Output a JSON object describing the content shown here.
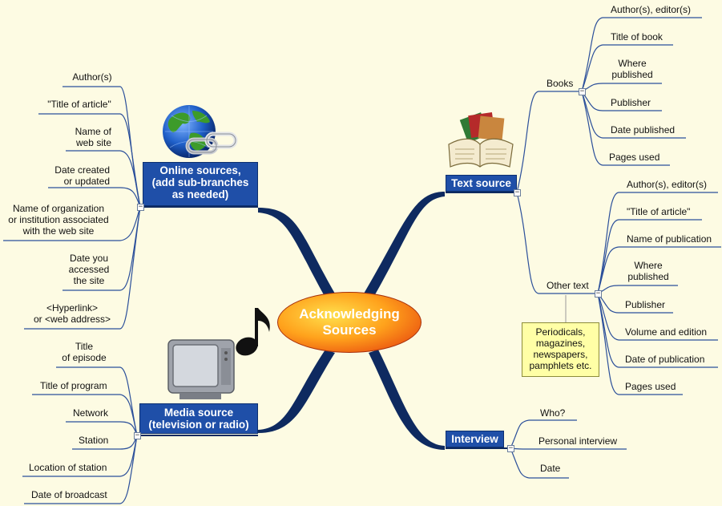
{
  "center": {
    "line1": "Acknowledging",
    "line2": "Sources"
  },
  "online": {
    "title": [
      "Online  sources,",
      "(add  sub-branches",
      "as needed)"
    ],
    "items": [
      [
        "Author(s)"
      ],
      [
        "\"Title of article\""
      ],
      [
        "Name of",
        "web site"
      ],
      [
        "Date created",
        "or updated"
      ],
      [
        "Name of organization",
        "or institution associated",
        "with the web site"
      ],
      [
        "Date you",
        "accessed",
        "the site"
      ],
      [
        "<Hyperlink>",
        "or <web address>"
      ]
    ]
  },
  "media": {
    "title": [
      "Media  source",
      "(television or radio)"
    ],
    "items": [
      [
        "Title",
        "of episode"
      ],
      [
        "Title of program"
      ],
      [
        "Network"
      ],
      [
        "Station"
      ],
      [
        "Location of station"
      ],
      [
        "Date of broadcast"
      ]
    ]
  },
  "text_source": {
    "title": "Text source",
    "books": {
      "label": "Books",
      "items": [
        [
          "Author(s), editor(s)"
        ],
        [
          "Title of book"
        ],
        [
          "Where",
          "published"
        ],
        [
          "Publisher"
        ],
        [
          "Date published"
        ],
        [
          "Pages used"
        ]
      ]
    },
    "other": {
      "label": "Other text",
      "items": [
        [
          "Author(s), editor(s)"
        ],
        [
          "\"Title of article\""
        ],
        [
          "Name of publication"
        ],
        [
          "Where",
          "published"
        ],
        [
          "Publisher"
        ],
        [
          "Volume and edition"
        ],
        [
          "Date of publication"
        ],
        [
          "Pages used"
        ]
      ],
      "note": [
        "Periodicals,",
        "magazines,",
        "newspapers,",
        "pamphlets etc."
      ]
    }
  },
  "interview": {
    "title": "Interview",
    "items": [
      [
        "Who?"
      ],
      [
        "Personal interview"
      ],
      [
        "Date"
      ]
    ]
  },
  "toggle_symbol": "−",
  "colors": {
    "branch": "#1f4fa8",
    "connector": "#0e2a60",
    "leaf_line": "#2b4f9a",
    "background": "#fdfbe3"
  },
  "icons": [
    "globe-icon",
    "chain-link-icon",
    "books-icon",
    "television-icon",
    "music-note-icon"
  ]
}
